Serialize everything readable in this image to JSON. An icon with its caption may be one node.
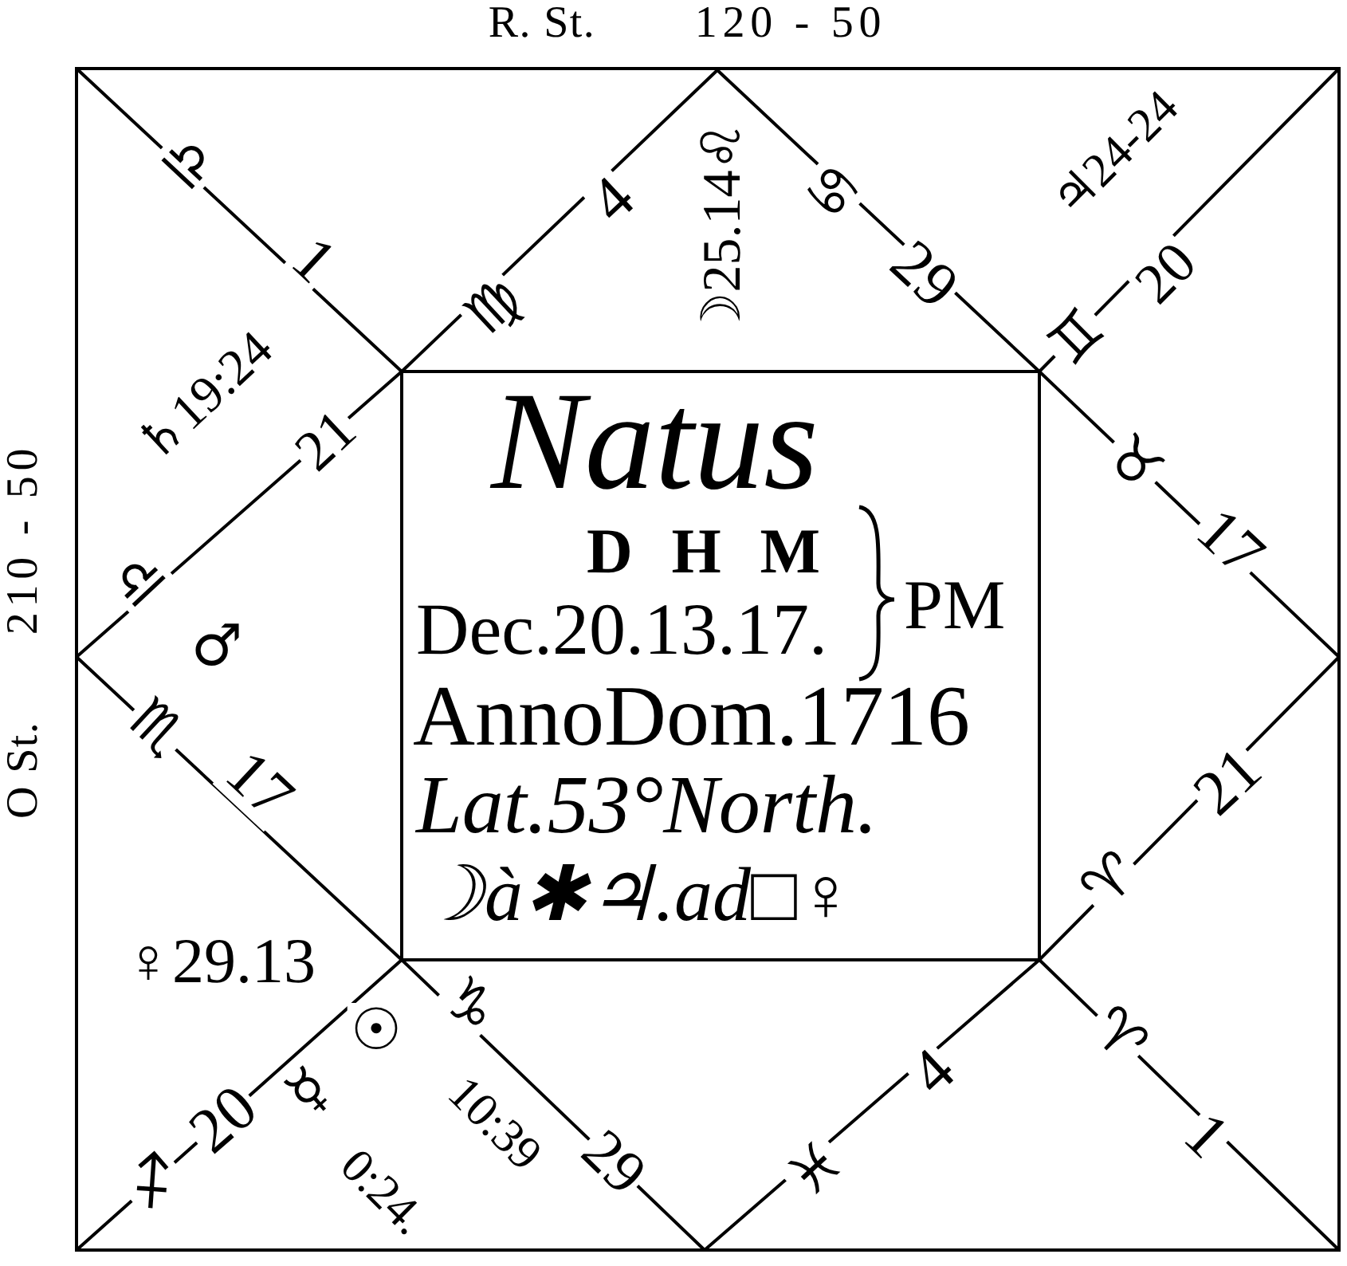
{
  "diagram": {
    "nodes": [
      {
        "text": [],
        "shape": "box"
      },
      {
        "text": [
          "Natus",
          "D H M",
          "Dec.20.13.17.",
          "PM",
          "AnnoDom.1716",
          "Lat.53°North.",
          "☽à✱♃.ad□♀"
        ],
        "in": 0
      }
    ],
    "labels": [
      "R. St.",
      "120 - 50",
      "O St.",
      "210 - 50",
      "♎",
      "1",
      "♍",
      "4",
      "☽25.14♌",
      "♋",
      "29",
      "♃24-24",
      "♊",
      "20",
      "♄19:24",
      "♎",
      "21",
      "♂",
      "♉",
      "17",
      "♏",
      "17",
      "♈",
      "21",
      "♀29.13",
      "♐",
      "20",
      "☿",
      "☉",
      "♑",
      "29",
      "0:24.",
      "10:39",
      "♓",
      "4",
      "♈",
      "1"
    ]
  }
}
